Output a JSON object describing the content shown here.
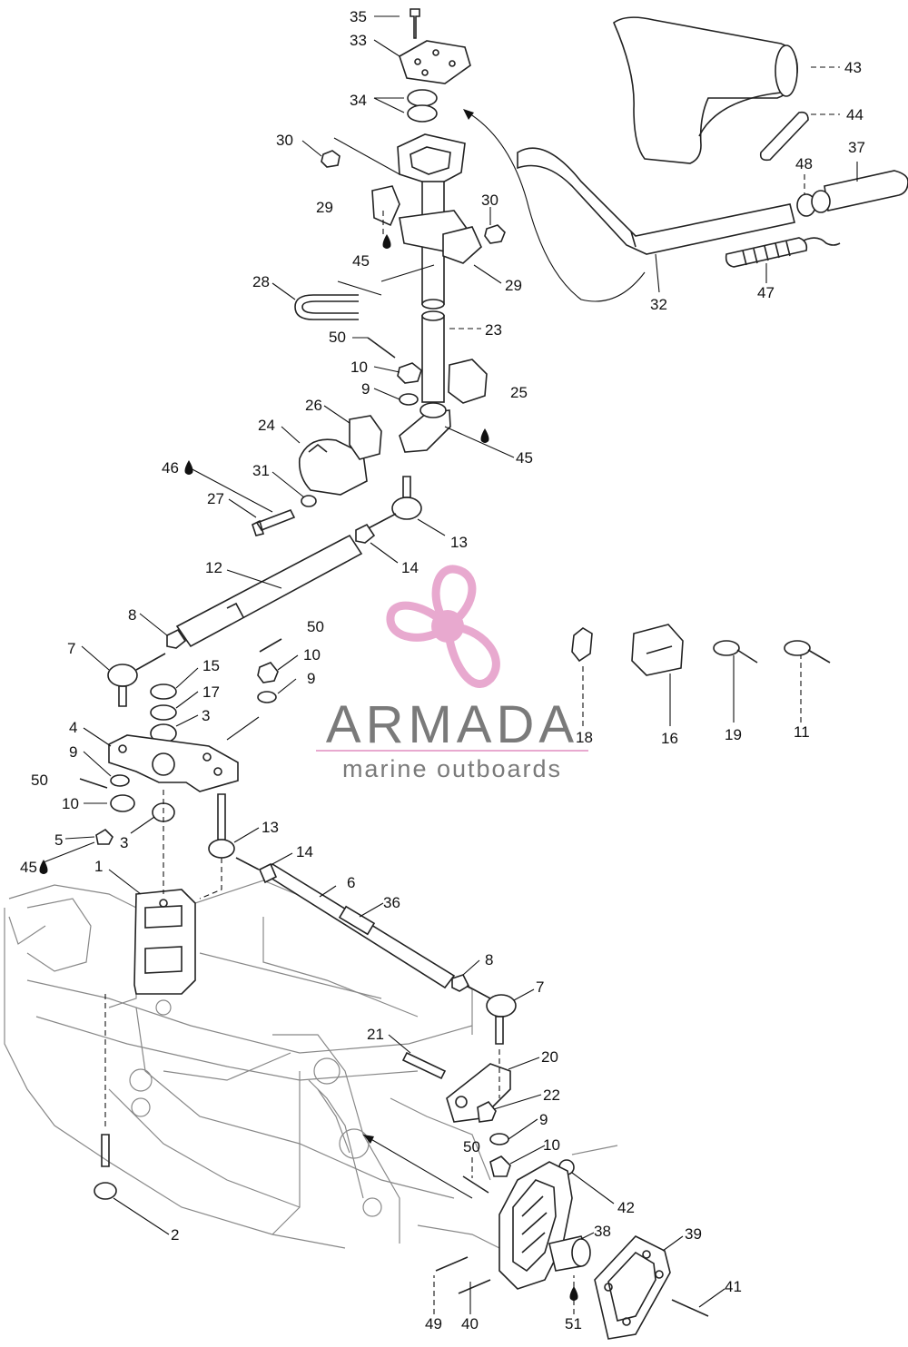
{
  "logo": {
    "wordmark": "ARMADA",
    "tagline": "marine outboards",
    "colors": {
      "propeller": "#e8a9cf",
      "hub": "#e8a9cf",
      "text": "#7a7a7a",
      "rule": "#e8a9cf"
    }
  },
  "callouts": [
    {
      "id": "c1",
      "text": "35"
    },
    {
      "id": "c2",
      "text": "33"
    },
    {
      "id": "c3",
      "text": "34"
    },
    {
      "id": "c4",
      "text": "30"
    },
    {
      "id": "c5",
      "text": "29"
    },
    {
      "id": "c6",
      "text": "30"
    },
    {
      "id": "c7",
      "text": "45"
    },
    {
      "id": "c8",
      "text": "29"
    },
    {
      "id": "c9",
      "text": "28"
    },
    {
      "id": "c10",
      "text": "23"
    },
    {
      "id": "c11",
      "text": "50"
    },
    {
      "id": "c12",
      "text": "10"
    },
    {
      "id": "c13",
      "text": "9"
    },
    {
      "id": "c14",
      "text": "25"
    },
    {
      "id": "c15",
      "text": "24"
    },
    {
      "id": "c16",
      "text": "26"
    },
    {
      "id": "c17",
      "text": "45"
    },
    {
      "id": "c18",
      "text": "46"
    },
    {
      "id": "c19",
      "text": "31"
    },
    {
      "id": "c20",
      "text": "27"
    },
    {
      "id": "c21",
      "text": "13"
    },
    {
      "id": "c22",
      "text": "12"
    },
    {
      "id": "c23",
      "text": "14"
    },
    {
      "id": "c24",
      "text": "8"
    },
    {
      "id": "c25",
      "text": "50"
    },
    {
      "id": "c26",
      "text": "7"
    },
    {
      "id": "c27",
      "text": "15"
    },
    {
      "id": "c28",
      "text": "10"
    },
    {
      "id": "c29",
      "text": "17"
    },
    {
      "id": "c30",
      "text": "9"
    },
    {
      "id": "c31",
      "text": "3"
    },
    {
      "id": "c32",
      "text": "4"
    },
    {
      "id": "c33",
      "text": "9"
    },
    {
      "id": "c34",
      "text": "50"
    },
    {
      "id": "c35",
      "text": "10"
    },
    {
      "id": "c36",
      "text": "5"
    },
    {
      "id": "c37",
      "text": "3"
    },
    {
      "id": "c38",
      "text": "45"
    },
    {
      "id": "c39",
      "text": "13"
    },
    {
      "id": "c40",
      "text": "14"
    },
    {
      "id": "c41",
      "text": "1"
    },
    {
      "id": "c42",
      "text": "6"
    },
    {
      "id": "c43",
      "text": "36"
    },
    {
      "id": "c44",
      "text": "8"
    },
    {
      "id": "c45",
      "text": "7"
    },
    {
      "id": "c46",
      "text": "21"
    },
    {
      "id": "c47",
      "text": "20"
    },
    {
      "id": "c48",
      "text": "22"
    },
    {
      "id": "c49",
      "text": "9"
    },
    {
      "id": "c50",
      "text": "10"
    },
    {
      "id": "c51",
      "text": "50"
    },
    {
      "id": "c52",
      "text": "42"
    },
    {
      "id": "c53",
      "text": "2"
    },
    {
      "id": "c54",
      "text": "38"
    },
    {
      "id": "c55",
      "text": "39"
    },
    {
      "id": "c56",
      "text": "41"
    },
    {
      "id": "c57",
      "text": "49"
    },
    {
      "id": "c58",
      "text": "40"
    },
    {
      "id": "c59",
      "text": "51"
    },
    {
      "id": "c60",
      "text": "43"
    },
    {
      "id": "c61",
      "text": "44"
    },
    {
      "id": "c62",
      "text": "37"
    },
    {
      "id": "c63",
      "text": "48"
    },
    {
      "id": "c64",
      "text": "32"
    },
    {
      "id": "c65",
      "text": "47"
    },
    {
      "id": "c66",
      "text": "18"
    },
    {
      "id": "c67",
      "text": "16"
    },
    {
      "id": "c68",
      "text": "19"
    },
    {
      "id": "c69",
      "text": "11"
    }
  ]
}
